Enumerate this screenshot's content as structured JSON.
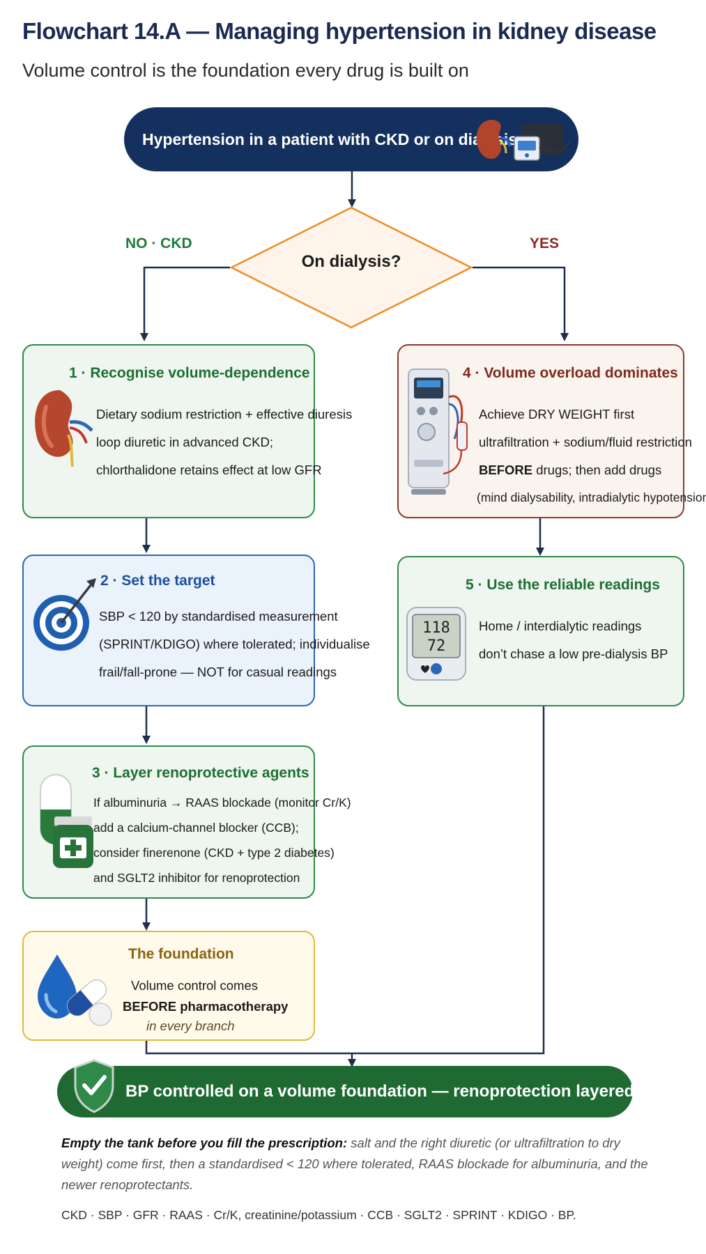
{
  "title": "Flowchart 14.A — Managing hypertension in kidney disease",
  "subtitle": "Volume control is the foundation every drug is built on",
  "start": {
    "label": "Hypertension in a patient with CKD or on dialysis"
  },
  "decision": {
    "label": "On dialysis?",
    "no_label": "NO · CKD",
    "yes_label": "YES"
  },
  "boxes": {
    "recognise": {
      "heading": "1 · Recognise volume-dependence",
      "lines": [
        "Dietary sodium restriction + effective diuresis",
        "loop diuretic in advanced CKD;",
        "chlorthalidone retains effect at low GFR"
      ]
    },
    "target": {
      "heading": "2 · Set the target",
      "lines": [
        "SBP < 120 by standardised measurement",
        "(SPRINT/KDIGO) where tolerated; individualise",
        "frail/fall-prone — NOT for casual readings"
      ]
    },
    "layer": {
      "heading": "3 · Layer renoprotective agents",
      "lines": [
        "If albuminuria → RAAS blockade (monitor Cr/K)",
        "add a calcium-channel blocker (CCB);",
        "consider finerenone (CKD + type 2 diabetes)",
        "and SGLT2 inhibitor for renoprotection"
      ]
    },
    "foundation": {
      "heading": "The foundation",
      "line1": "Volume control comes",
      "line2": "BEFORE pharmacotherapy",
      "line3": "in every branch"
    },
    "overload": {
      "heading": "4 · Volume overload dominates",
      "lines": [
        "Achieve DRY WEIGHT first",
        "ultrafiltration + sodium/fluid restriction"
      ],
      "line3_bold": "BEFORE",
      "line3_rest": " drugs; then add drugs",
      "line4": "(mind dialysability, intradialytic hypotension)"
    },
    "readings": {
      "heading": "5 · Use the reliable readings",
      "lines": [
        "Home / interdialytic readings",
        "don’t chase a low pre-dialysis BP"
      ],
      "monitor_top": "118",
      "monitor_bottom": "72"
    }
  },
  "outcome": {
    "label": "BP controlled on a volume foundation — renoprotection layered on top"
  },
  "note": {
    "lead": "Empty the tank before you fill the prescription:",
    "text": " salt and the right diuretic (or ultrafiltration to dry weight) come first, then a standardised < 120 where tolerated, RAAS blockade for albuminuria, and the newer renoprotectants."
  },
  "abbreviations": "CKD · SBP · GFR · RAAS · Cr/K, creatinine/potassium · CCB · SGLT2 · SPRINT · KDIGO · BP.",
  "colors": {
    "navy": "#14305f",
    "green": "#2f8a4a",
    "blue": "#2c66b8",
    "brown": "#8e3a2c",
    "yellow": "#e1b93b",
    "diamond_border": "#f08a24",
    "outcome": "#1f6a33"
  },
  "icons": [
    "kidney-icon",
    "bp-monitor-icon",
    "target-icon",
    "pills-icon",
    "water-drop-icon",
    "dialysis-machine-icon",
    "shield-check-icon"
  ]
}
